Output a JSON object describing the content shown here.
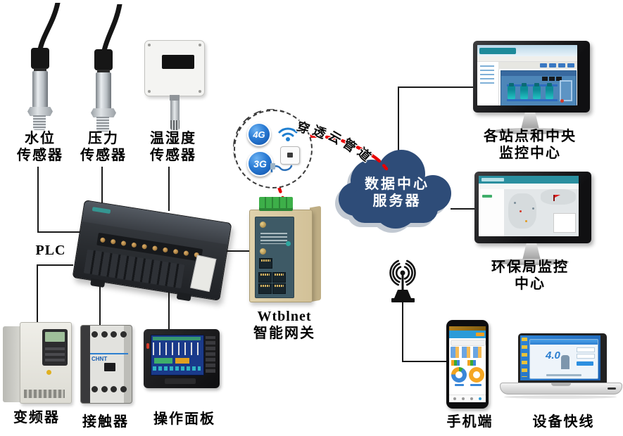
{
  "nodes": {
    "water_sensor": {
      "label1": "水位",
      "label2": "传感器"
    },
    "pressure_sensor": {
      "label1": "压力",
      "label2": "传感器"
    },
    "humiture_sensor": {
      "label1": "温湿度",
      "label2": "传感器"
    },
    "plc": {
      "label": "PLC"
    },
    "inverter": {
      "label": "变频器"
    },
    "contactor": {
      "label": "接触器",
      "brand": "CHNT"
    },
    "hmi_panel": {
      "label": "操作面板"
    },
    "gateway": {
      "label1": "Wtblnet",
      "label2": "智能网关"
    },
    "cellular": {
      "badge_4g": "4G",
      "badge_3g": "3G"
    },
    "cloud_tunnel": {
      "text": "穿透云管道",
      "chars": [
        "穿",
        "透",
        "云",
        "管",
        "道"
      ]
    },
    "datacenter_cloud": {
      "label1": "数据中心",
      "label2": "服务器"
    },
    "central_monitoring": {
      "label1": "各站点和中央",
      "label2": "监控中心"
    },
    "epb_monitoring": {
      "label1": "环保局监控",
      "label2": "中心"
    },
    "mobile": {
      "label": "手机端"
    },
    "device_express": {
      "label": "设备快线",
      "screen_text": "4.0"
    }
  },
  "colors": {
    "cloud_navy": "#2e4c78",
    "cloud_shadow": "#c2c9d2",
    "red_link": "#e60000",
    "badge_blue": "#0d4ea6",
    "wifi_blue": "#1f7fd0",
    "gateway_beige": "#d8c8a0",
    "gateway_panel": "#3e5a66",
    "terminal_green": "#3daf49",
    "line_black": "#1a1a1a"
  }
}
